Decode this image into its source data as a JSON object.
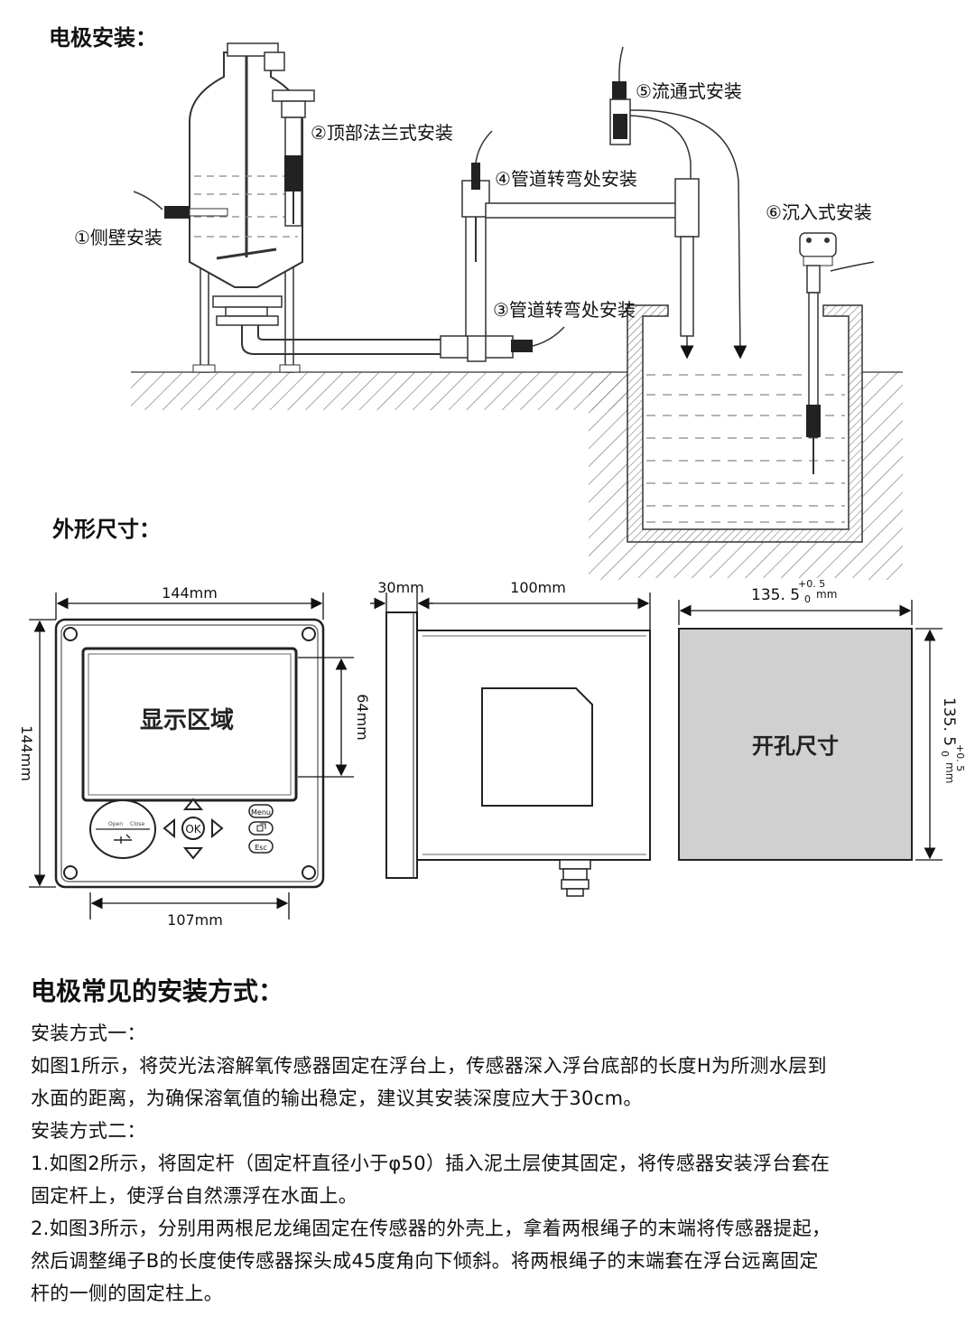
{
  "sections": {
    "installation_title": "电极安装：",
    "dimensions_title": "外形尺寸："
  },
  "install_labels": {
    "side_wall": "①侧壁安装",
    "top_flange": "②顶部法兰式安装",
    "pipe_bend_3": "③管道转弯处安装",
    "pipe_bend_4": "④管道转弯处安装",
    "flow_through": "⑤流通式安装",
    "immersion": "⑥沉入式安装"
  },
  "dimensions": {
    "front_width": "144mm",
    "front_height": "144mm",
    "display_height": "64mm",
    "keypad_width": "107mm",
    "side_panel": "30mm",
    "side_depth": "100mm",
    "cutout_value": "135. 5",
    "cutout_tol_upper": "+0. 5",
    "cutout_tol_lower": "0",
    "cutout_unit": "mm"
  },
  "panel": {
    "display_label": "显示区域",
    "cutout_label": "开孔尺寸",
    "key_menu": "Menu",
    "key_esc": "Esc",
    "key_ok": "OK",
    "key_open": "Open",
    "key_close": "Close"
  },
  "notes": {
    "heading": "电极常见的安装方式：",
    "lines": [
      "安装方式一：",
      "如图1所示，将荧光法溶解氧传感器固定在浮台上，传感器深入浮台底部的长度H为所测水层到",
      "水面的距离，为确保溶氧值的输出稳定，建议其安装深度应大于30cm。",
      "安装方式二：",
      "1.如图2所示，将固定杆（固定杆直径小于φ50）插入泥土层使其固定，将传感器安装浮台套在",
      "固定杆上，使浮台自然漂浮在水面上。",
      "2.如图3所示，分别用两根尼龙绳固定在传感器的外壳上，拿着两根绳子的末端将传感器提起，",
      "然后调整绳子B的长度使传感器探头成45度角向下倾斜。将两根绳子的末端套在浮台远离固定",
      "杆的一侧的固定柱上。"
    ]
  }
}
